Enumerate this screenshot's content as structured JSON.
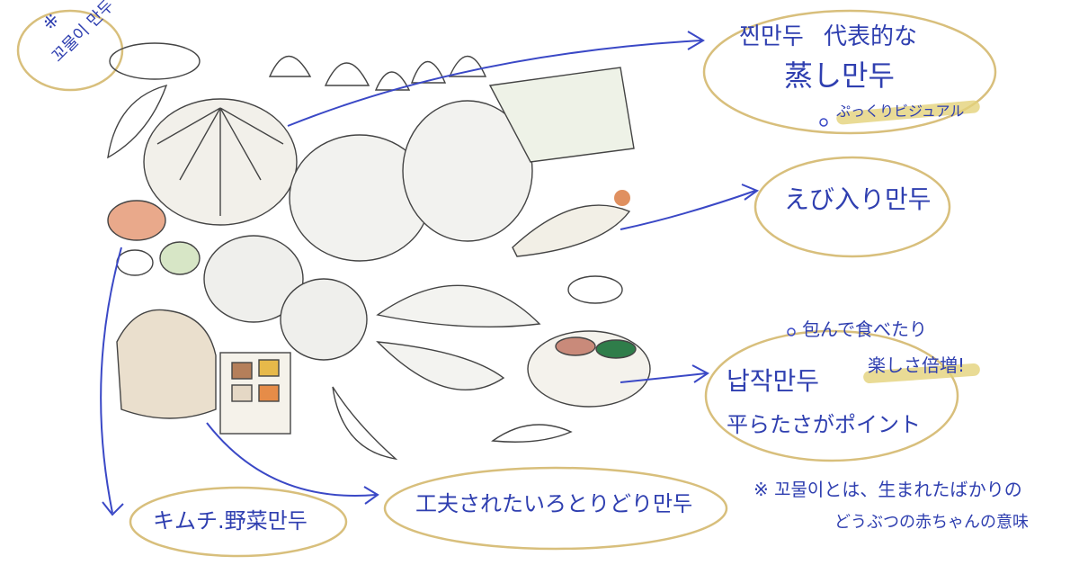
{
  "note_corner": {
    "mark": "※",
    "text": "꼬물이 만두"
  },
  "jjin_mandu": {
    "ko": "찐만두",
    "jp_line1": "代表的な",
    "jp_line2": "蒸し만두",
    "note": "ぷっくりビジュアル"
  },
  "ebi_mandu": {
    "text": "えび入り만두"
  },
  "napjak_mandu": {
    "ko": "납작만두",
    "jp": "平らたさがポイント",
    "note_line1": "包んで食べたり",
    "note_line2": "楽しさ倍増!"
  },
  "kimchi_mandu": {
    "text": "キムチ.野菜만두"
  },
  "colorful_mandu": {
    "text": "工夫されたいろとりどり만두"
  },
  "footnote": {
    "line1": "※ 꼬물이とは、生まれたばかりの",
    "line2": "どうぶつの赤ちゃんの意味"
  },
  "colors": {
    "ink": "#2f3fb0",
    "outline": "#d8bf7c",
    "highlight": "#e4d27a",
    "sketch": "#444444"
  }
}
